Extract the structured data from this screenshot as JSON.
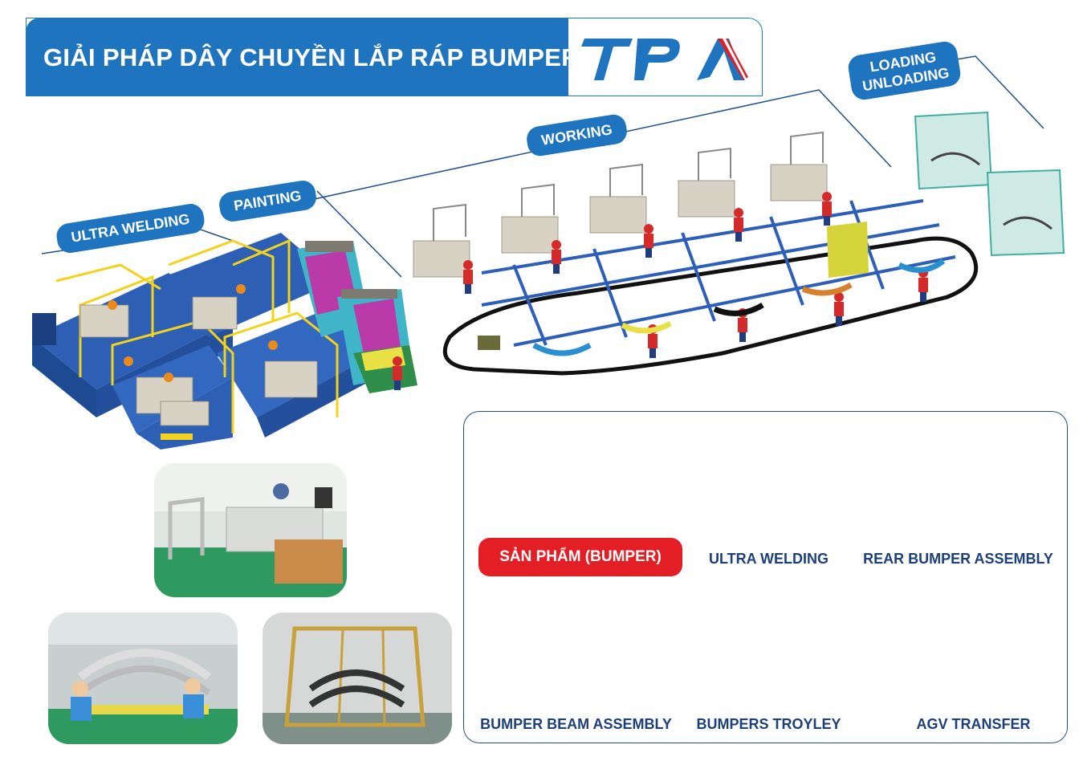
{
  "header": {
    "title": "GIẢI PHÁP DÂY CHUYỀN LẮP RÁP BUMPER",
    "logo_text": "TPA",
    "brand_blue": "#1f74bf",
    "brand_red": "#e31e24"
  },
  "stages": [
    {
      "id": "ultra-welding",
      "label": "ULTRA WELDING"
    },
    {
      "id": "painting",
      "label": "PAINTING"
    },
    {
      "id": "working",
      "label": "WORKING"
    },
    {
      "id": "loading-unloading",
      "label": "LOADING\nUNLOADING",
      "line1": "LOADING",
      "line2": "UNLOADING"
    }
  ],
  "components": {
    "product": "SẢN PHẨM (BUMPER)",
    "ultra_welding": "ULTRA WELDING",
    "rear_bumper_assembly": "REAR BUMPER ASSEMBLY",
    "bumper_beam_assembly": "BUMPER BEAM ASSEMBLY",
    "bumpers_troyley": "BUMPERS TROYLEY",
    "agv_transfer": "AGV TRANSFER"
  }
}
